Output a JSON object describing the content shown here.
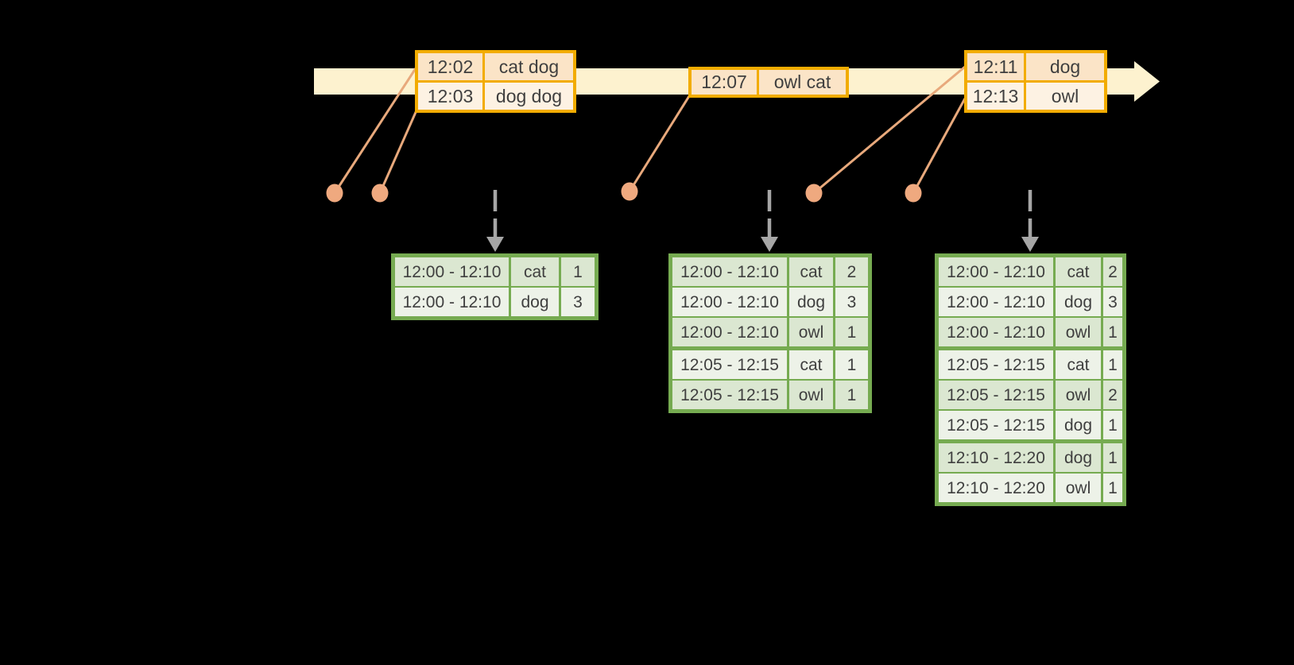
{
  "colors": {
    "background": "#000000",
    "timeline_band": "#fdf2cf",
    "event_table_border": "#f2ac00",
    "event_cell_dark": "#fbe4c7",
    "event_cell_light": "#fdf2e3",
    "result_table_border": "#76ab51",
    "result_cell_dark": "#dbe7d1",
    "result_cell_light": "#edf2e8",
    "event_dot": "#efa97f",
    "connector_line": "#e8a97c",
    "trigger_arrow": "#a6a6a6",
    "text": "#3f3f3f"
  },
  "timeline": {
    "event_tables": [
      {
        "id": "events-1",
        "rows": [
          {
            "time": "12:02",
            "words": "cat dog"
          },
          {
            "time": "12:03",
            "words": "dog dog"
          }
        ]
      },
      {
        "id": "events-2",
        "rows": [
          {
            "time": "12:07",
            "words": "owl cat"
          }
        ]
      },
      {
        "id": "events-3",
        "rows": [
          {
            "time": "12:11",
            "words": "dog"
          },
          {
            "time": "12:13",
            "words": "owl"
          }
        ]
      }
    ]
  },
  "result_tables": [
    {
      "id": "result-1",
      "rows": [
        [
          "12:00 - 12:10",
          "cat",
          "1"
        ],
        [
          "12:00 - 12:10",
          "dog",
          "3"
        ]
      ]
    },
    {
      "id": "result-2",
      "rows": [
        [
          "12:00 - 12:10",
          "cat",
          "2"
        ],
        [
          "12:00 - 12:10",
          "dog",
          "3"
        ],
        [
          "12:00 - 12:10",
          "owl",
          "1"
        ],
        [
          "12:05 - 12:15",
          "cat",
          "1"
        ],
        [
          "12:05 - 12:15",
          "owl",
          "1"
        ]
      ]
    },
    {
      "id": "result-3",
      "rows": [
        [
          "12:00 - 12:10",
          "cat",
          "2"
        ],
        [
          "12:00 - 12:10",
          "dog",
          "3"
        ],
        [
          "12:00 - 12:10",
          "owl",
          "1"
        ],
        [
          "12:05 - 12:15",
          "cat",
          "1"
        ],
        [
          "12:05 - 12:15",
          "owl",
          "2"
        ],
        [
          "12:05 - 12:15",
          "dog",
          "1"
        ],
        [
          "12:10 - 12:20",
          "dog",
          "1"
        ],
        [
          "12:10 - 12:20",
          "owl",
          "1"
        ]
      ]
    }
  ]
}
